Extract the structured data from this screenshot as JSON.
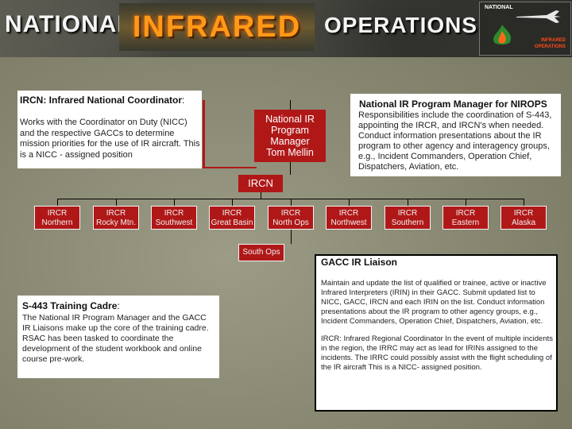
{
  "banner": {
    "word_national": "NATIONAL",
    "word_infrared": "INFRARED",
    "word_operations": "OPERATIONS",
    "logo_top": "NATIONAL",
    "logo_bottom_1": "INFRARED",
    "logo_bottom_2": "OPERATIONS"
  },
  "ircn_box": {
    "title_bold": "IRCN: Infrared National Coordinator",
    "title_suffix": ":",
    "text": "Works with the Coordinator on Duty (NICC) and the respective GACCs to determine mission priorities for the use of IR aircraft. This is a NICC - assigned position"
  },
  "program_manager": {
    "line1": "National IR",
    "line2": "Program",
    "line3": "Manager",
    "line4": "Tom Mellin"
  },
  "niro_box": {
    "title": "National IR Program Manager for NIROPS",
    "text": "Responsibilities include the coordination of S-443, appointing the IRCR, and IRCN's when needed. Conduct information presentations about the IR program to other agency and interagency groups, e.g., Incident Commanders, Operation Chief, Dispatchers, Aviation, etc."
  },
  "ircn_node": "IRCN",
  "irrc_nodes": [
    {
      "l1": "IRCR",
      "l2": "Northern"
    },
    {
      "l1": "IRCR",
      "l2": "Rocky Mtn."
    },
    {
      "l1": "IRCR",
      "l2": "Southwest"
    },
    {
      "l1": "IRCR",
      "l2": "Great Basin"
    },
    {
      "l1": "IRCR",
      "l2": "North Ops"
    },
    {
      "l1": "IRCR",
      "l2": "Northwest"
    },
    {
      "l1": "IRCR",
      "l2": "Southern"
    },
    {
      "l1": "IRCR",
      "l2": "Eastern"
    },
    {
      "l1": "IRCR",
      "l2": "Alaska"
    }
  ],
  "south_ops": "South Ops",
  "gacc_box": {
    "title": "GACC IR Liaison",
    "p1": "Maintain and update the list of qualified or trainee, active or inactive Infrared Interpreters (IRIN) in their GACC. Submit updated list to NICC, GACC, IRCN and each IRIN on the list. Conduct information presentations about the IR program to other agency groups, e.g., Incident Commanders, Operation Chief, Dispatchers, Aviation, etc.",
    "p2": "IRCR: Infrared Regional Coordinator In the event of multiple incidents in the region, the IRRC may act as lead for IRINs assigned to the incidents. The IRRC could possibly assist with the flight scheduling of the IR aircraft This is a NICC- assigned position."
  },
  "s443_box": {
    "title_bold": "S-443 Training Cadre",
    "title_suffix": ":",
    "text": "The National IR Program Manager and the GACC IR Liaisons make up the core of the training cadre. RSAC has been tasked to coordinate the development of the student workbook and online course pre-work."
  }
}
